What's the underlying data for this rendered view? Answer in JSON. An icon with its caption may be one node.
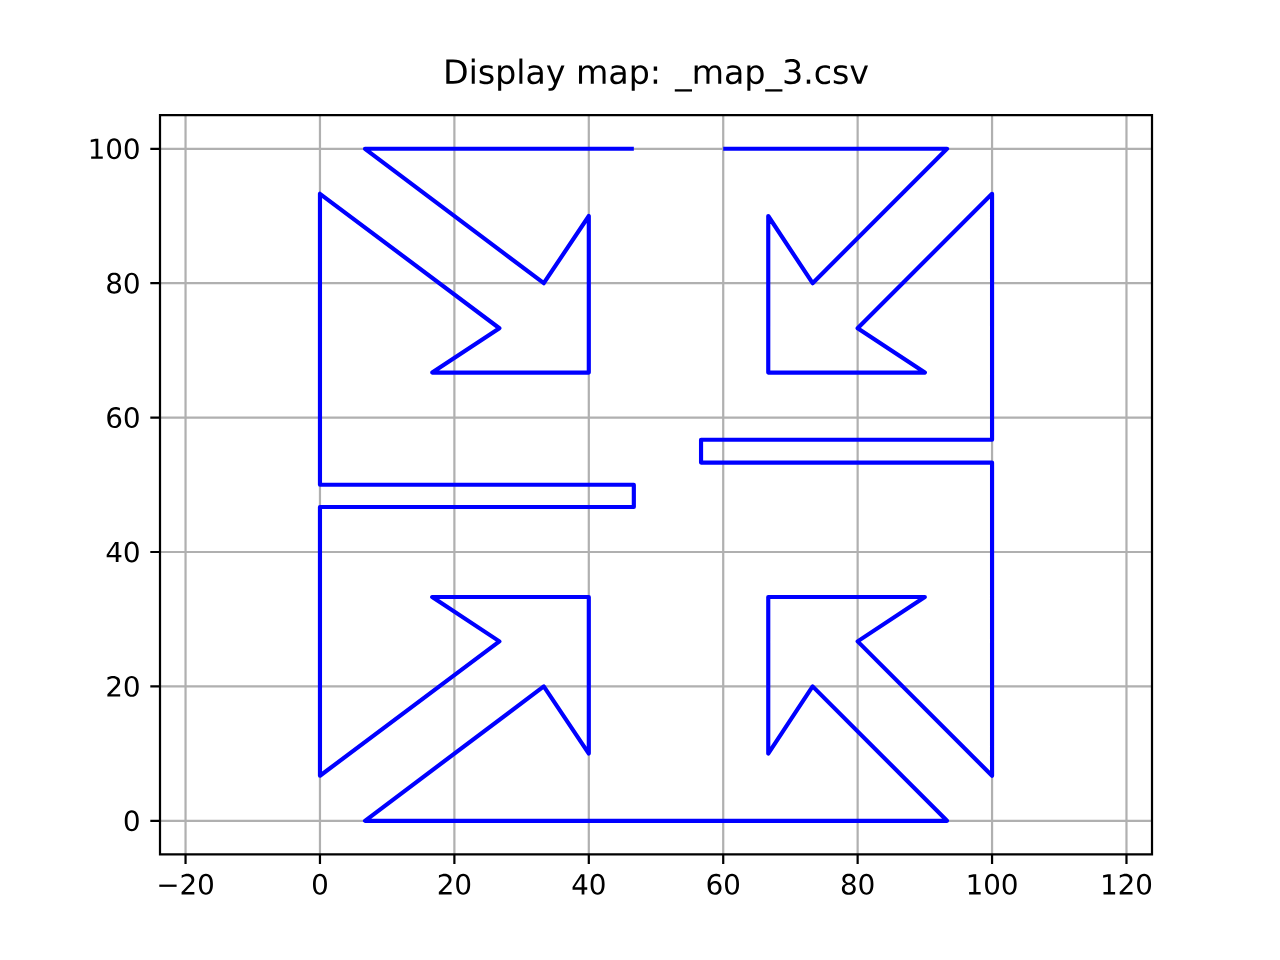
{
  "diagram": {
    "chart_data": {
      "type": "line",
      "title": "Display map: _map_3.csv",
      "x": [
        46.7,
        6.7,
        33.3,
        40,
        40,
        16.7,
        26.7,
        0,
        0,
        46.7,
        46.7,
        0,
        0,
        26.7,
        16.7,
        40,
        40,
        33.3,
        6.7,
        93.3,
        73.3,
        66.7,
        66.7,
        90,
        80,
        100,
        100,
        56.7,
        56.7,
        100,
        100,
        80,
        90,
        66.7,
        66.7,
        73.3,
        93.3,
        60
      ],
      "series": [
        {
          "color": "#0000ff",
          "values": [
            100,
            100,
            80,
            90,
            66.7,
            66.7,
            73.3,
            93.3,
            50,
            50,
            46.7,
            46.7,
            6.7,
            26.7,
            33.3,
            33.3,
            10,
            20,
            0,
            0,
            20,
            10,
            33.3,
            33.3,
            26.7,
            6.7,
            53.3,
            53.3,
            56.7,
            56.7,
            93.3,
            73.3,
            66.7,
            66.7,
            90,
            80,
            100,
            100
          ]
        }
      ],
      "xlim": [
        -23.8,
        123.8
      ],
      "ylim": [
        -5,
        105
      ],
      "xticks": [
        -20,
        0,
        20,
        40,
        60,
        80,
        100,
        120
      ],
      "yticks": [
        0,
        20,
        40,
        60,
        80,
        100
      ],
      "grid": true
    }
  }
}
